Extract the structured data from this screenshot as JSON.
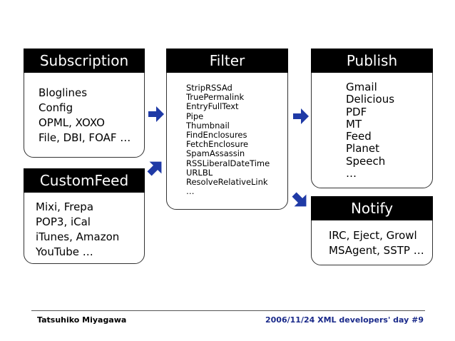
{
  "boxes": {
    "subscription": {
      "title": "Subscription",
      "items": [
        "Bloglines",
        "Config",
        "OPML, XOXO",
        "File, DBI, FOAF …"
      ]
    },
    "customfeed": {
      "title": "CustomFeed",
      "items": [
        "Mixi, Frepa",
        "POP3, iCal",
        "iTunes, Amazon",
        "YouTube …"
      ]
    },
    "filter": {
      "title": "Filter",
      "items": [
        "StripRSSAd",
        "TruePermalink",
        "EntryFullText",
        "Pipe",
        "Thumbnail",
        "FindEnclosures",
        "FetchEnclosure",
        "SpamAssassin",
        "RSSLiberalDateTime",
        "URLBL",
        "ResolveRelativeLink",
        "…"
      ]
    },
    "publish": {
      "title": "Publish",
      "items": [
        "Gmail",
        "Delicious",
        "PDF",
        "MT",
        "Feed",
        "Planet",
        "Speech",
        "…"
      ]
    },
    "notify": {
      "title": "Notify",
      "items": [
        "IRC, Eject, Growl",
        "MSAgent, SSTP …"
      ]
    }
  },
  "footer": {
    "author": "Tatsuhiko Miyagawa",
    "event": "2006/11/24 XML developers' day #9"
  },
  "colors": {
    "arrow": "#1f3aa6",
    "header": "#000000"
  },
  "icons": [
    "arrow-right-icon",
    "arrow-right-icon",
    "arrow-up-right-icon",
    "arrow-down-right-icon"
  ]
}
